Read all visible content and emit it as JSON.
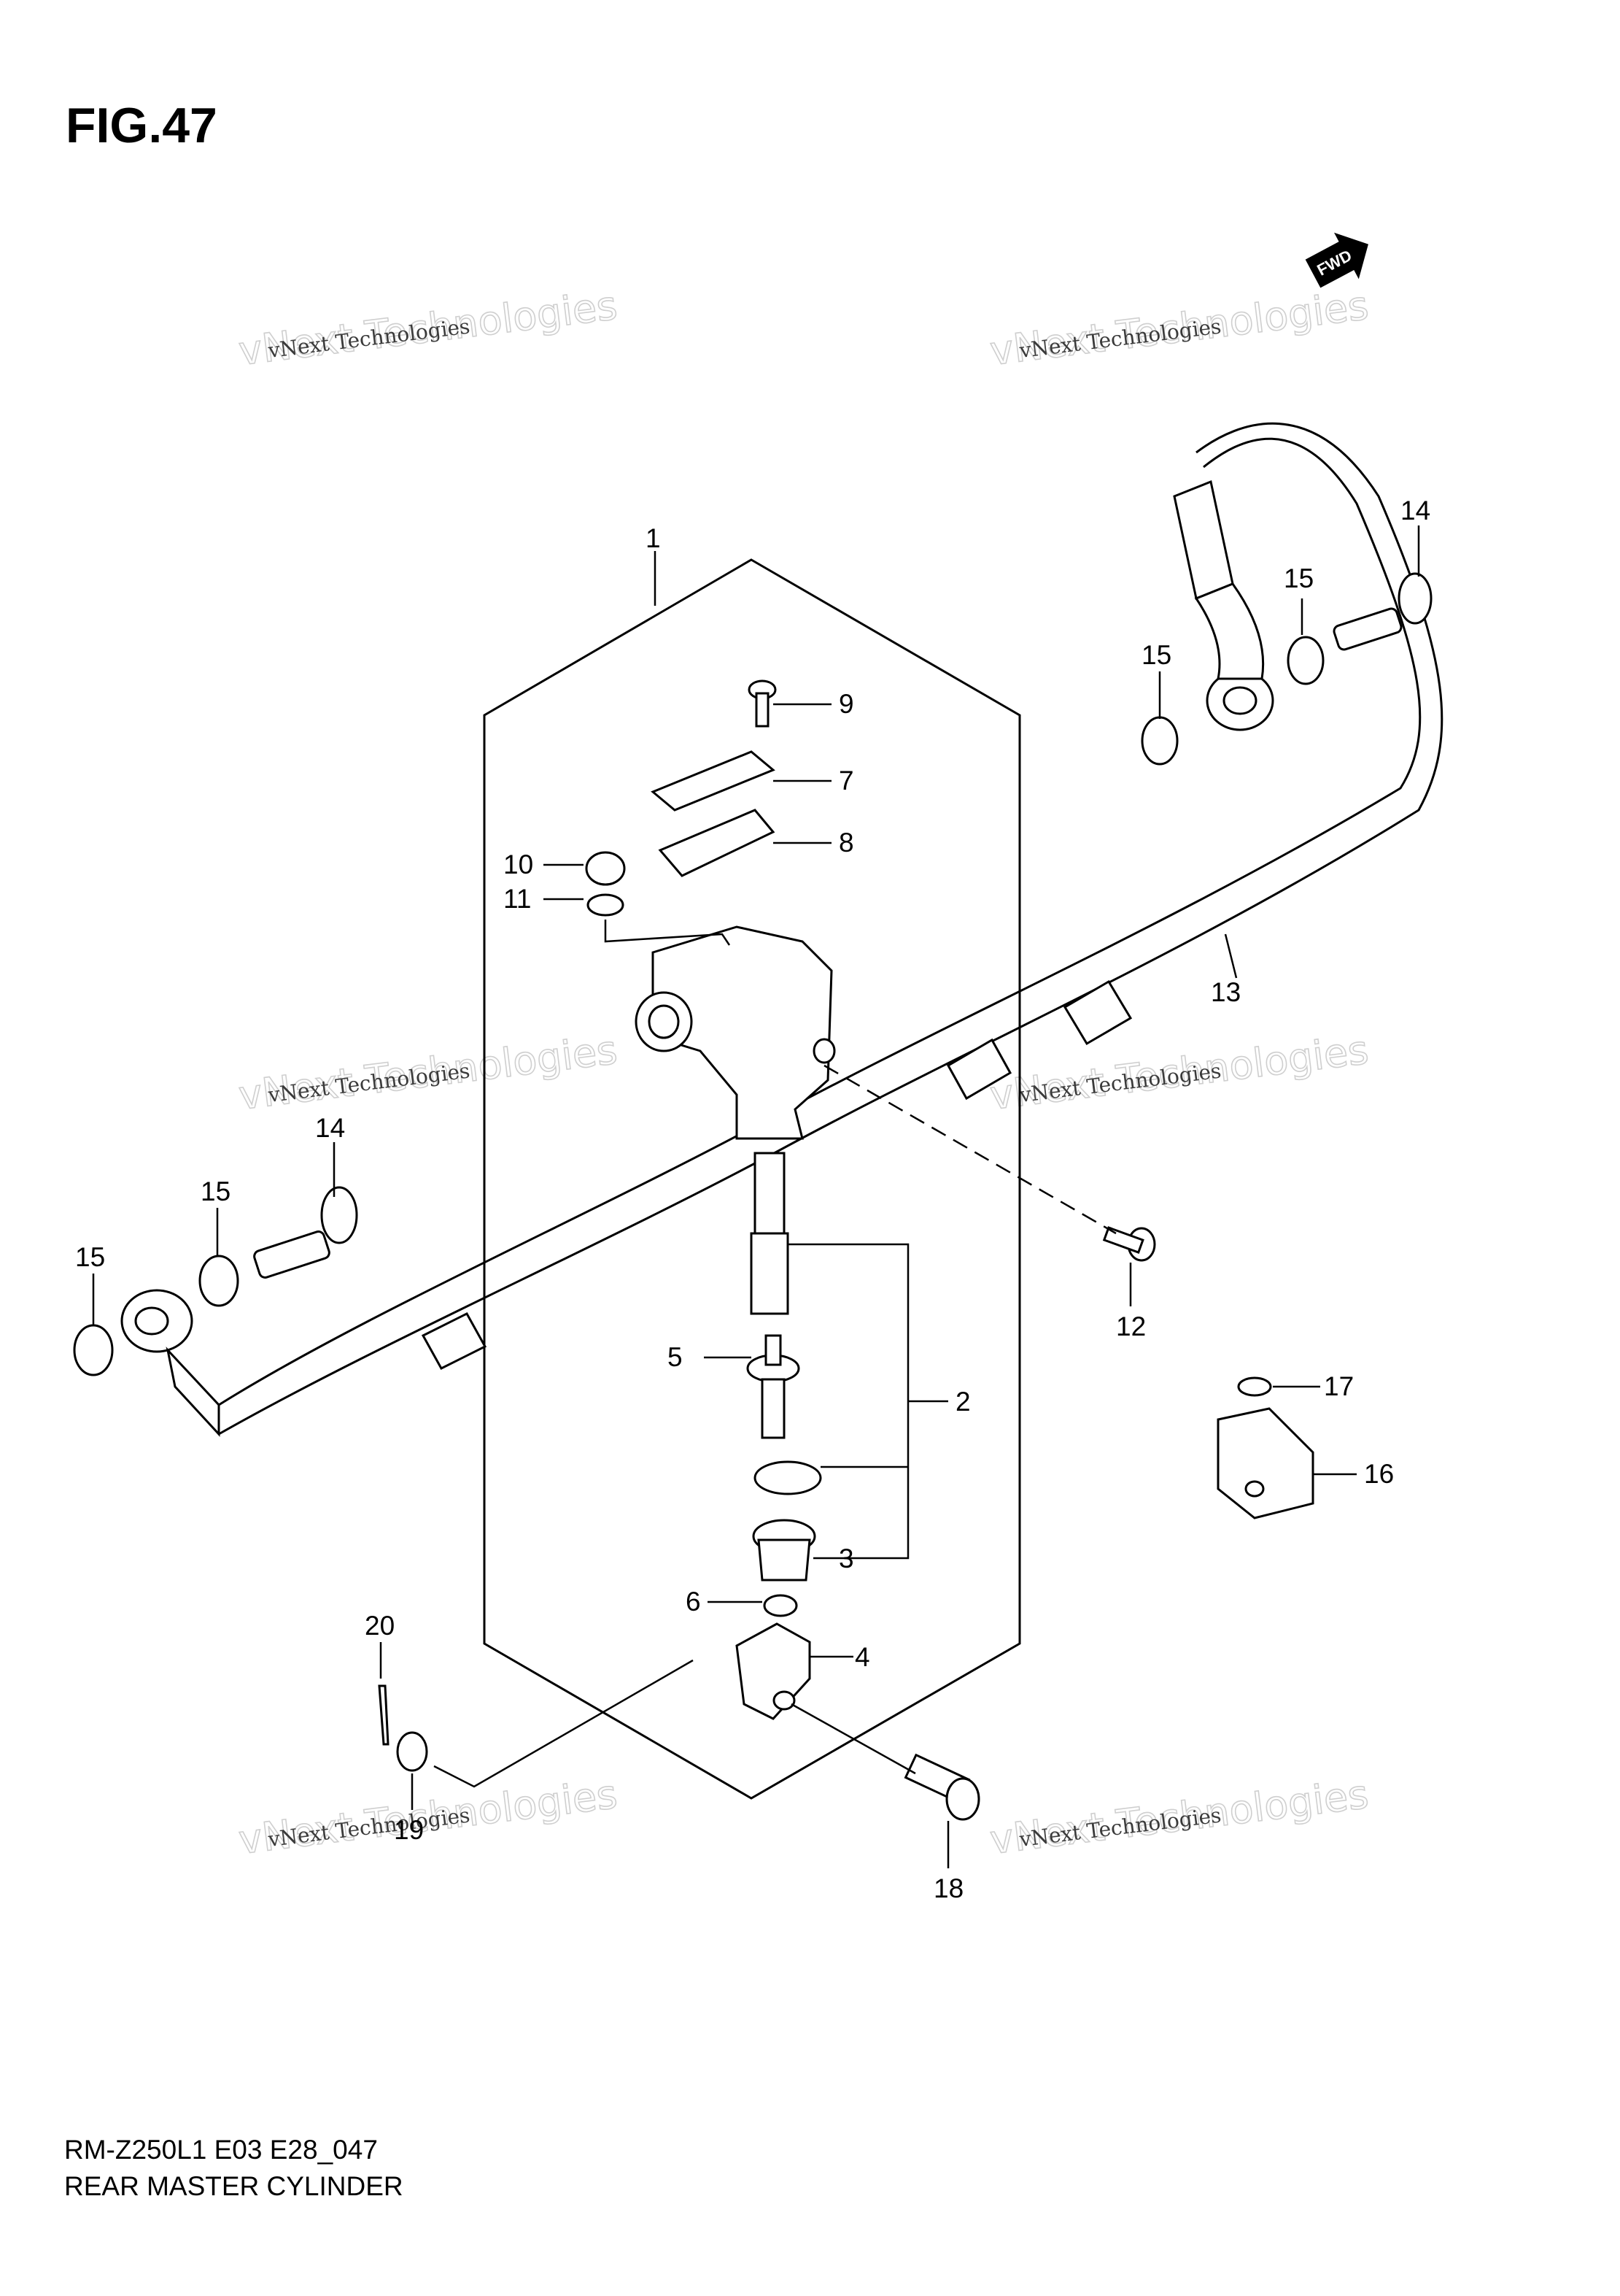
{
  "figure": {
    "title": "FIG.47"
  },
  "footer": {
    "model_code": "RM-Z250L1 E03 E28_047",
    "caption": "REAR MASTER CYLINDER"
  },
  "fwd_badge": {
    "label": "FWD"
  },
  "watermark": {
    "line_small": "vNext Technologies",
    "line_big": "vNext Technologies"
  },
  "callouts": [
    {
      "id": "c1",
      "label": "1"
    },
    {
      "id": "c2",
      "label": "2"
    },
    {
      "id": "c3",
      "label": "3"
    },
    {
      "id": "c4",
      "label": "4"
    },
    {
      "id": "c5",
      "label": "5"
    },
    {
      "id": "c6",
      "label": "6"
    },
    {
      "id": "c7",
      "label": "7"
    },
    {
      "id": "c8",
      "label": "8"
    },
    {
      "id": "c9",
      "label": "9"
    },
    {
      "id": "c10",
      "label": "10"
    },
    {
      "id": "c11",
      "label": "11"
    },
    {
      "id": "c12",
      "label": "12"
    },
    {
      "id": "c13",
      "label": "13"
    },
    {
      "id": "c14a",
      "label": "14"
    },
    {
      "id": "c14b",
      "label": "14"
    },
    {
      "id": "c15a",
      "label": "15"
    },
    {
      "id": "c15b",
      "label": "15"
    },
    {
      "id": "c15c",
      "label": "15"
    },
    {
      "id": "c15d",
      "label": "15"
    },
    {
      "id": "c16",
      "label": "16"
    },
    {
      "id": "c17",
      "label": "17"
    },
    {
      "id": "c18",
      "label": "18"
    },
    {
      "id": "c19",
      "label": "19"
    },
    {
      "id": "c20",
      "label": "20"
    }
  ]
}
